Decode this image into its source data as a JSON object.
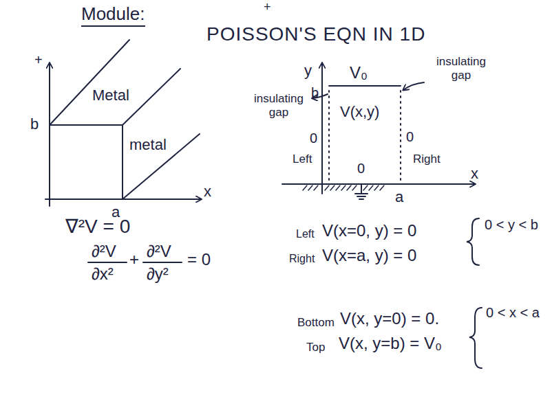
{
  "diagram": {
    "title": "POISSON'S EQN IN 1D",
    "labels": [
      "+",
      "Module:",
      "+",
      "b",
      "Metal",
      "metal",
      "a",
      "x",
      "y",
      "V₀",
      "insulating gap",
      "insulating gap",
      "b",
      "V(x,y)",
      "0",
      "0",
      "Left",
      "Right",
      "0",
      "a",
      "x",
      "∇²V = 0",
      "∂²V",
      "∂x²",
      "+",
      "∂²V",
      "∂y²",
      "= 0",
      "Left",
      "V(x=0, y) = 0",
      "Right",
      "V(x=a, y) = 0",
      "0 < y < b",
      "Bottom",
      "V(x, y=0) = 0.",
      "Top",
      "V(x, y=b) = V₀",
      "0 < x < a"
    ]
  }
}
